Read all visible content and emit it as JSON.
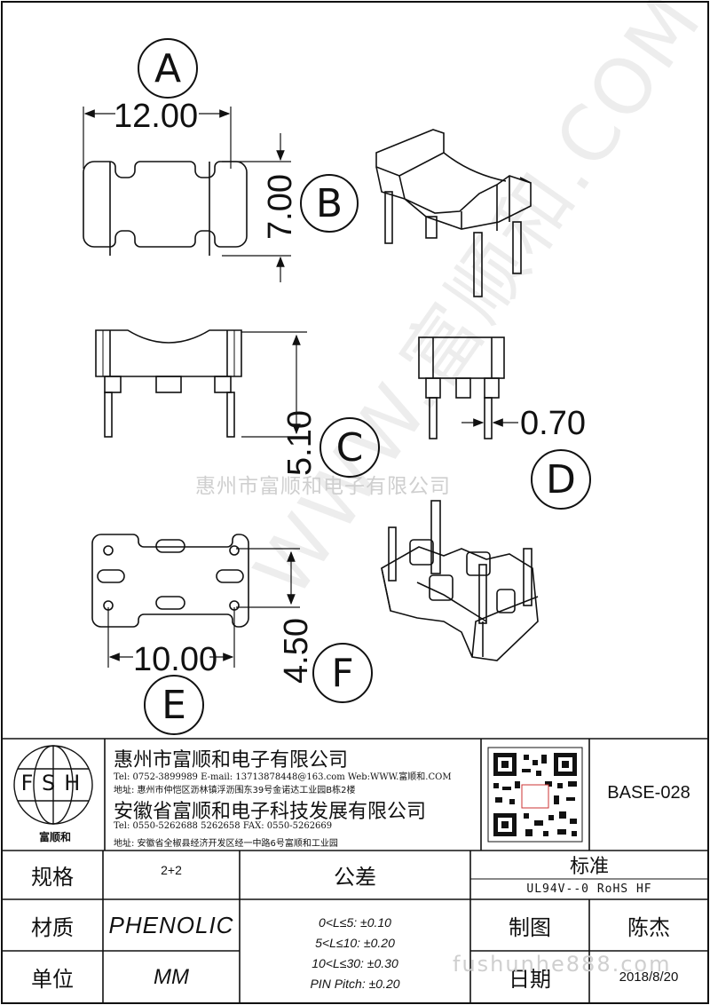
{
  "views": {
    "A": {
      "label": "A",
      "dimension": "12.00"
    },
    "B": {
      "label": "B",
      "dimension": "7.00"
    },
    "C": {
      "label": "C",
      "dimension": "5.10"
    },
    "D": {
      "label": "D",
      "dimension": "0.70"
    },
    "E": {
      "label": "E",
      "dimension": "10.00"
    },
    "F": {
      "label": "F",
      "dimension": "4.50"
    }
  },
  "watermark": {
    "center_text": "惠州市富顺和电子有限公司",
    "diagonal_text": "WWW.富顺和.COM",
    "url_text": "fushunhe888.com"
  },
  "logo": {
    "letters": "FSH",
    "name": "富顺和"
  },
  "company": {
    "hz_name": "惠州市富顺和电子有限公司",
    "hz_tel_line": "Tel: 0752-3899989 E-mail: 13713878448@163.com Web:WWW.富顺和.COM",
    "hz_addr_line": "地址: 惠州市仲恺区沥林镇浮沥围东39号金诺达工业园B栋2楼",
    "ah_name": "安徽省富顺和电子科技发展有限公司",
    "ah_tel_line": "Tel: 0550-5262688 5262658    FAX: 0550-5262669",
    "ah_addr_line": "地址: 安徽省全椒县经济开发区经一中路6号富顺和工业园"
  },
  "part_number": "BASE-028",
  "table": {
    "spec_label": "规格",
    "spec_value": "2+2",
    "material_label": "材质",
    "material_value": "PHENOLIC",
    "unit_label": "单位",
    "unit_value": "MM",
    "tolerance_label": "公差",
    "tolerance_lines": [
      "0<L≤5: ±0.10",
      "5<L≤10: ±0.20",
      "10<L≤30: ±0.30",
      "PIN Pitch: ±0.20"
    ],
    "standard_label": "标准",
    "standard_value": "UL94V--0  RoHS HF",
    "drawn_label": "制图",
    "drawn_value": "陈杰",
    "date_label": "日期",
    "date_value": "2018/8/20"
  }
}
